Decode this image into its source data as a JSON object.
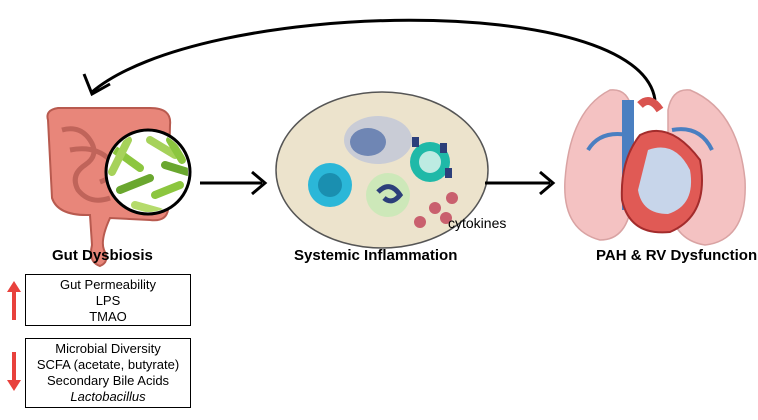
{
  "stages": {
    "gut": {
      "label": "Gut Dysbiosis"
    },
    "inflammation": {
      "label": "Systemic Inflammation",
      "cytokines_label": "cytokines"
    },
    "pah": {
      "label": "PAH & RV Dysfunction"
    }
  },
  "increased_box": {
    "direction": "up",
    "items": [
      "Gut Permeability",
      "LPS",
      "TMAO"
    ]
  },
  "decreased_box": {
    "direction": "down",
    "items": [
      "Microbial Diversity",
      "SCFA (acetate, butyrate)",
      "Secondary Bile Acids",
      "Lactobacillus"
    ]
  },
  "colors": {
    "up_arrow": "#e8413c",
    "down_arrow": "#e8413c",
    "intestine": "#e8867a",
    "bacteria": "#8cc63f",
    "lung": "#f4c2c2",
    "vessel_blue": "#4a7fc1",
    "heart_red": "#d9534f",
    "cell_oval": "#ece3cc"
  }
}
